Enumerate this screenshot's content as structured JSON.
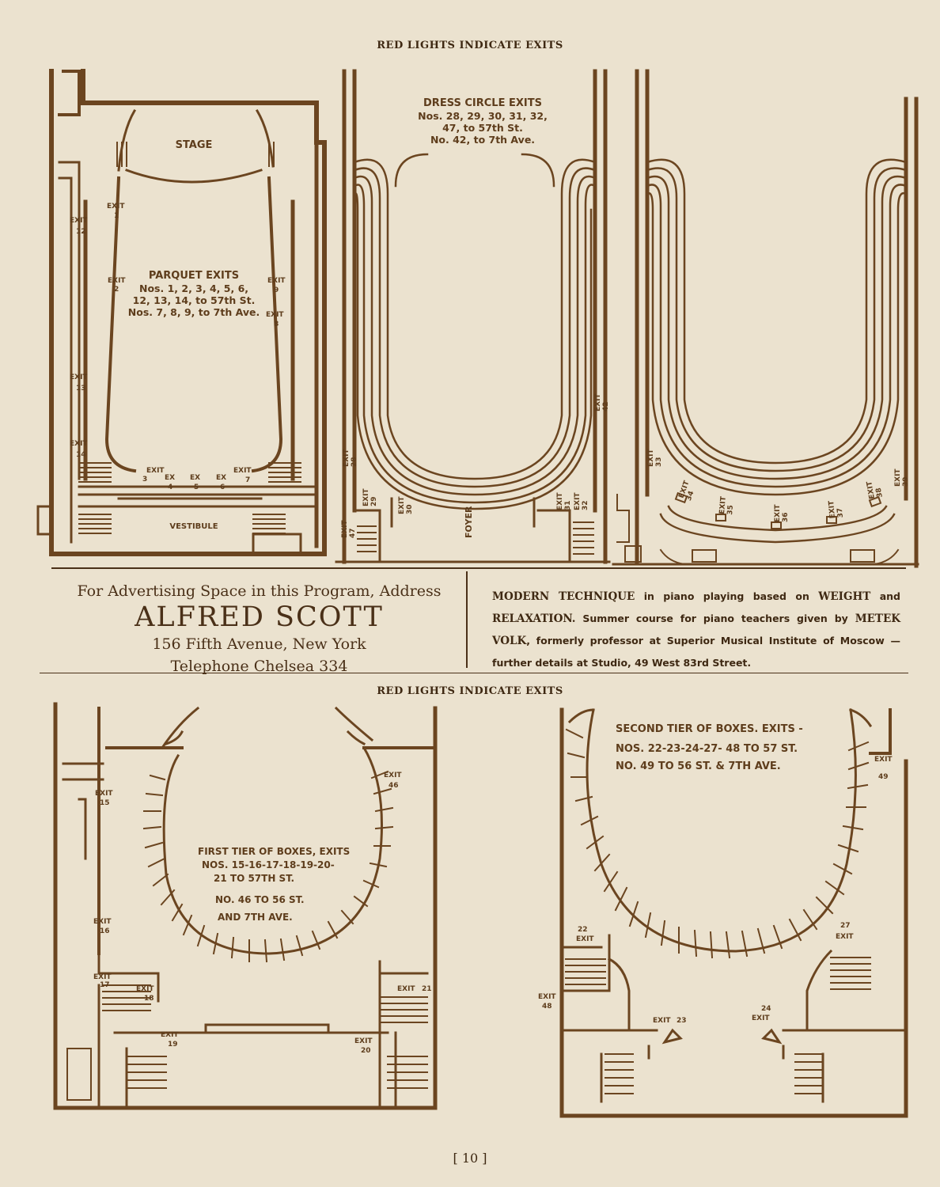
{
  "top_header": "RED LIGHTS INDICATE EXITS",
  "bottom_header": "RED LIGHTS INDICATE EXITS",
  "parquet_plan": {
    "stage_label": "STAGE",
    "vestibule_label": "VESTIBULE",
    "title": "PARQUET EXITS",
    "line1": "Nos. 1, 2, 3, 4, 5, 6,",
    "line2": "12, 13, 14, to 57th St.",
    "line3": "Nos. 7, 8, 9, to 7th Ave.",
    "exit_word": "EXIT",
    "ex_word": "EX",
    "exit_numbers": [
      "1",
      "2",
      "3",
      "4",
      "5",
      "6",
      "7",
      "8",
      "9",
      "12",
      "13",
      "14"
    ]
  },
  "dress_circle_plan": {
    "title": "DRESS CIRCLE EXITS",
    "line1": "Nos. 28, 29, 30, 31, 32,",
    "line2": "47, to 57th St.",
    "line3": "No. 42, to 7th Ave.",
    "foyer_label": "FOYER",
    "exit_word": "EXIT",
    "exit_numbers": [
      "28",
      "29",
      "30",
      "31",
      "32",
      "42",
      "47"
    ]
  },
  "balcony_plan": {
    "exit_word": "EXIT",
    "exit_numbers": [
      "33",
      "34",
      "35",
      "36",
      "37",
      "38",
      "39"
    ]
  },
  "advert_left": {
    "line1": "For Advertising Space in this Program, Address",
    "name": "ALFRED SCOTT",
    "address": "156 Fifth Avenue, New York",
    "phone": "Telephone Chelsea 334"
  },
  "advert_right": {
    "bold1": "MODERN TECHNIQUE",
    "text1": " in piano playing based on ",
    "bold2": "WEIGHT",
    "text2": " and ",
    "bold3": "RELAXATION.",
    "text3": " Summer course for piano teachers given by ",
    "bold4": "METEK VOLK",
    "text4": ", formerly professor at Superior Musical Institute of Moscow —further details at Studio, 49 West 83rd Street."
  },
  "first_tier_plan": {
    "line1": "FIRST TIER OF BOXES, EXITS",
    "line2": "NOS. 15-16-17-18-19-20-",
    "line3": "21 TO 57TH ST.",
    "line4": "NO. 46 TO 56 ST.",
    "line5": "AND 7TH AVE.",
    "exit_word": "EXIT",
    "exit_numbers": [
      "15",
      "16",
      "17",
      "18",
      "19",
      "20",
      "21",
      "46"
    ]
  },
  "second_tier_plan": {
    "line1": "SECOND TIER OF BOXES. EXITS -",
    "line2": "NOS. 22-23-24-27- 48 TO 57 ST.",
    "line3": "NO. 49 TO 56 ST. & 7TH AVE.",
    "exit_word": "EXIT",
    "exit_numbers": [
      "22",
      "23",
      "24",
      "27",
      "48",
      "49"
    ]
  },
  "page_number": "[ 10 ]",
  "colors": {
    "ink": "#6b4520",
    "paper": "#ebe2cf",
    "dark_ink": "#3e2812"
  }
}
